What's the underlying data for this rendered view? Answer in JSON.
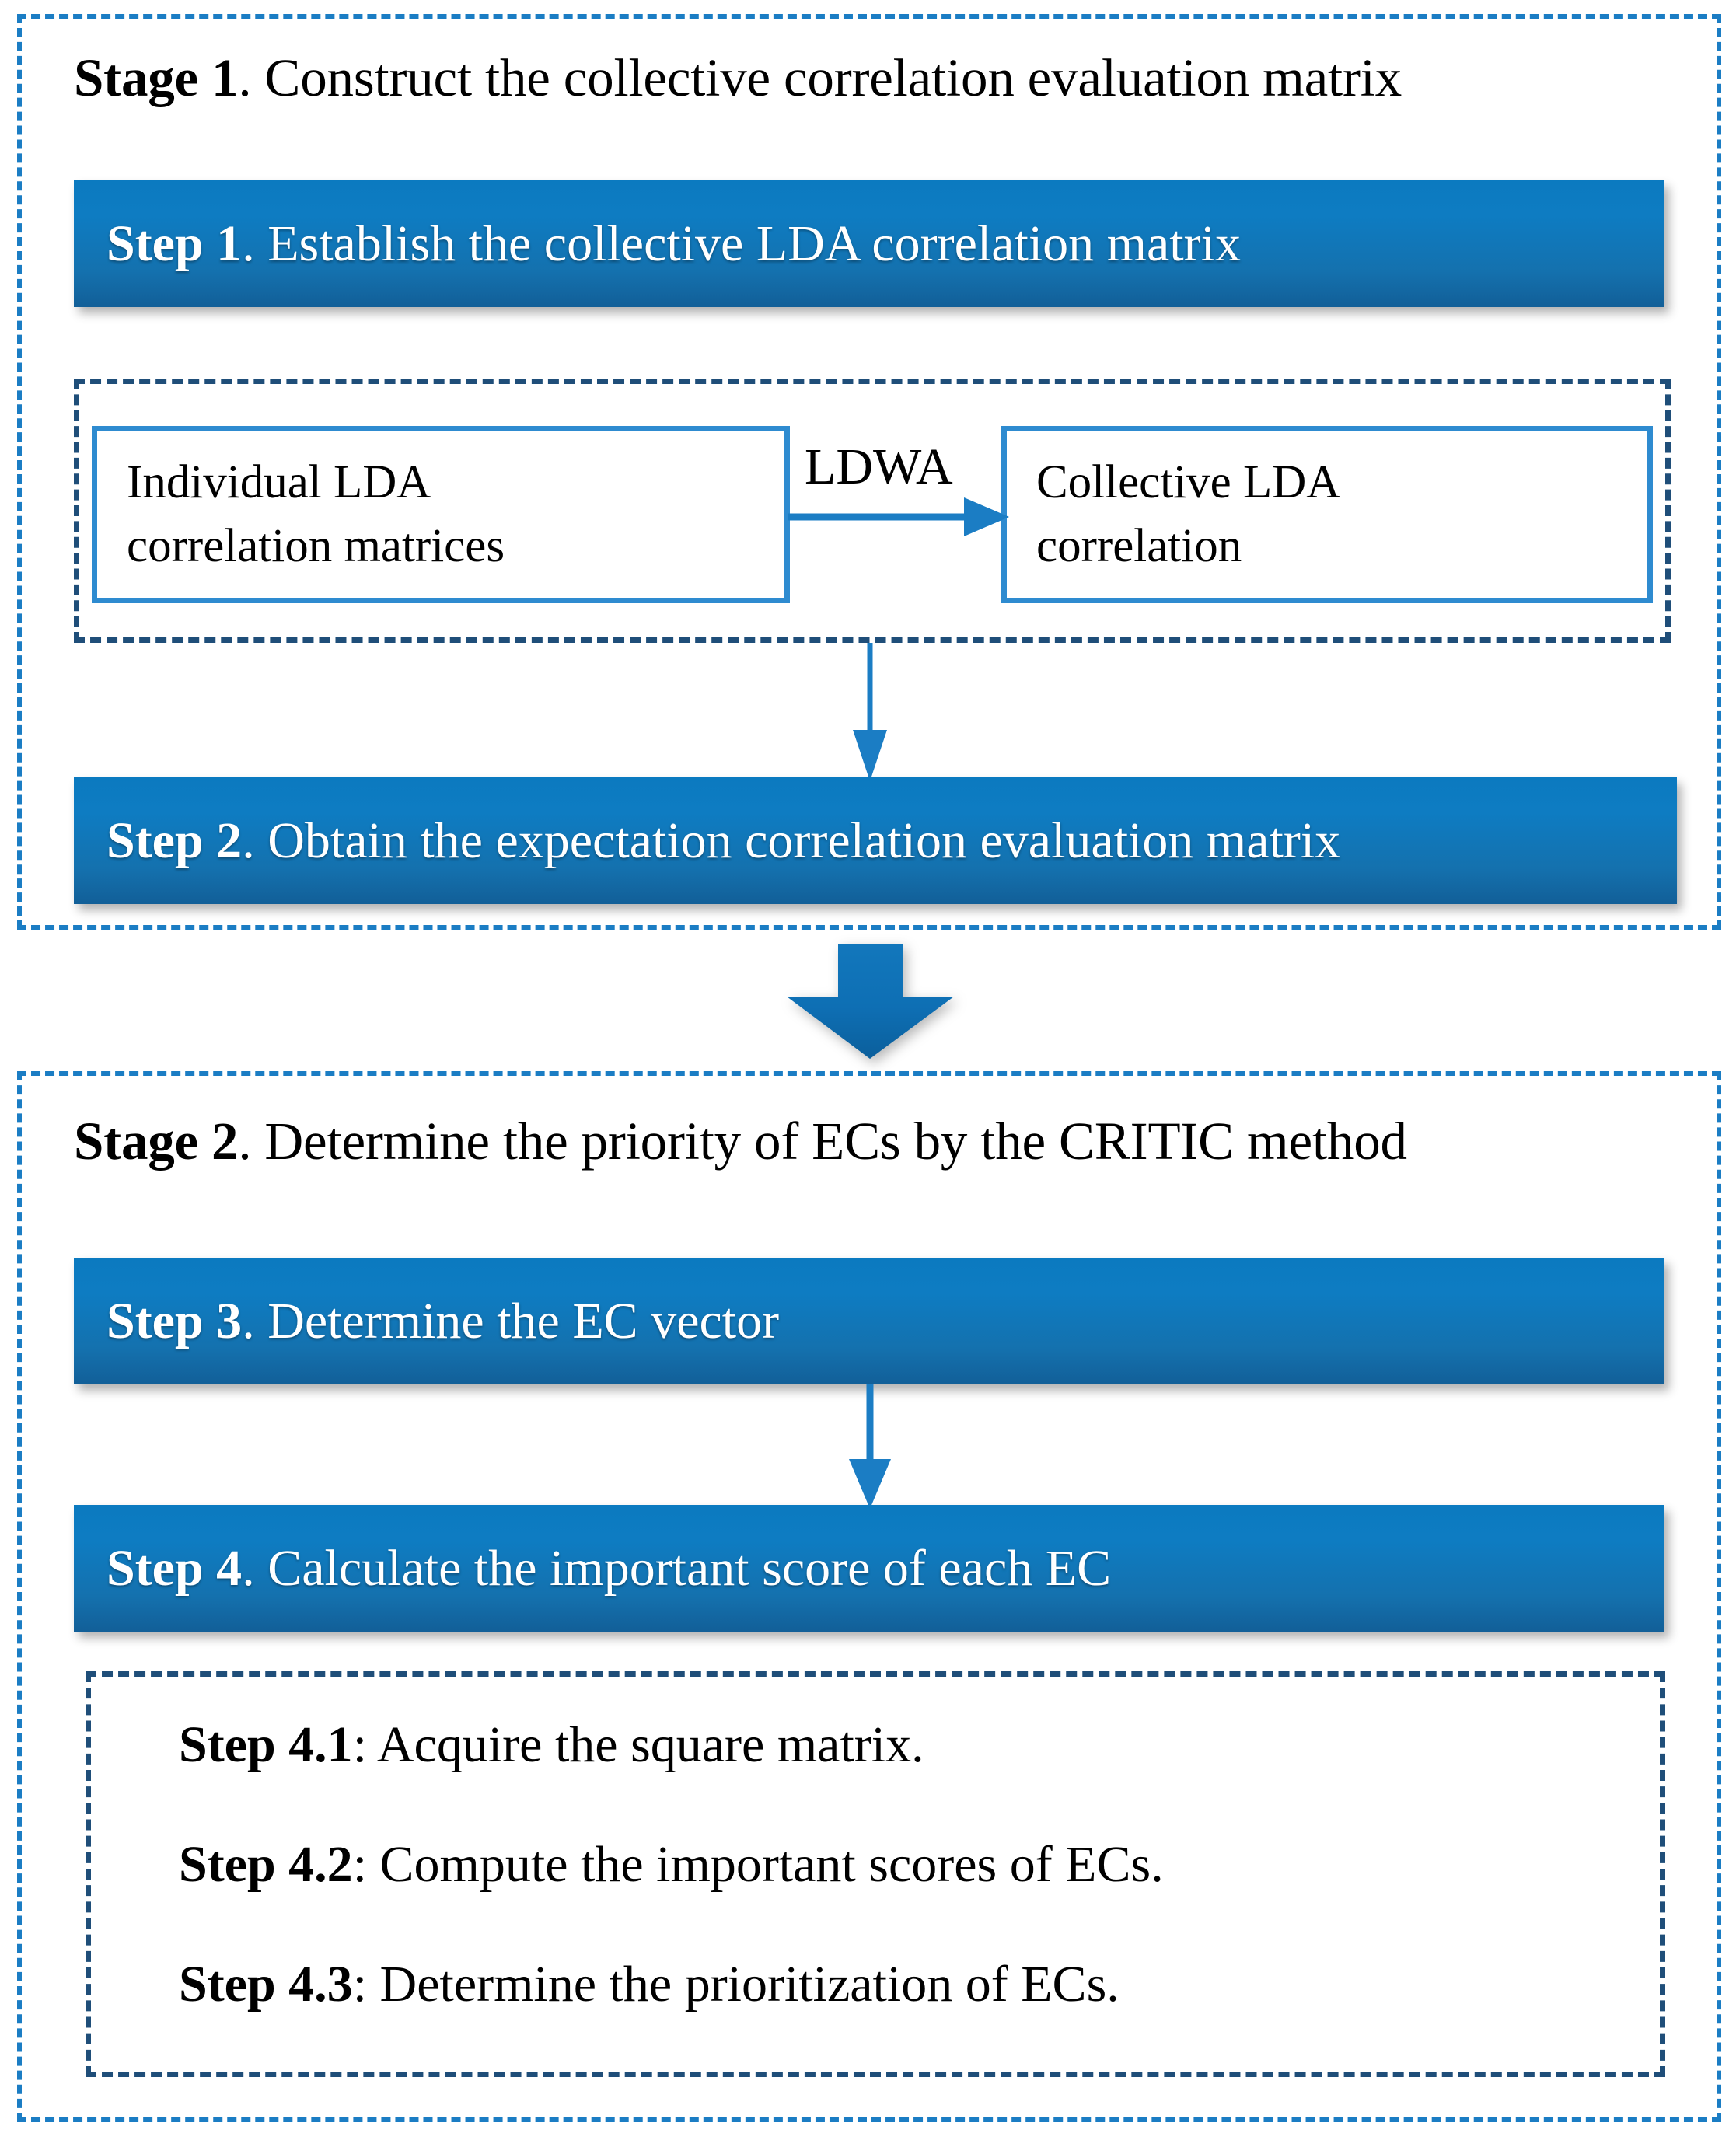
{
  "diagram": {
    "title_implicit": "Two-stage EC prioritization framework",
    "colors": {
      "stage_border": "#1B7DC4",
      "subgroup_border": "#1F4E79",
      "box_border": "#2E8BD0",
      "bar_gradient_top": "#0B7AC0",
      "bar_gradient_bottom": "#125F98",
      "arrow_blue": "#1B7DC4",
      "block_arrow_blue": "#0E6FB4",
      "text_dark": "#000000",
      "text_light": "#FFFFFF"
    },
    "stages": [
      {
        "id": "stage-1",
        "label_bold": "Stage 1",
        "label_rest": ". Construct the collective correlation evaluation matrix",
        "steps": [
          {
            "id": "step-1",
            "label_bold": "Step 1",
            "label_rest": ". Establish the collective LDA correlation matrix"
          },
          {
            "id": "step-2",
            "label_bold": "Step 2",
            "label_rest": ". Obtain the expectation correlation evaluation matrix"
          }
        ],
        "subgroup": {
          "id": "ldwa-group",
          "boxes": [
            {
              "id": "individual-lda-box",
              "line1": "Individual LDA",
              "line2": "correlation matrices"
            },
            {
              "id": "collective-lda-box",
              "line1": "Collective LDA",
              "line2": "correlation"
            }
          ],
          "arrow_label": "LDWA"
        }
      },
      {
        "id": "stage-2",
        "label_bold": "Stage 2",
        "label_rest": ". Determine the priority of ECs by the CRITIC method",
        "steps": [
          {
            "id": "step-3",
            "label_bold": "Step 3",
            "label_rest": ". Determine the EC vector"
          },
          {
            "id": "step-4",
            "label_bold": "Step 4",
            "label_rest": ". Calculate the important score of each EC"
          }
        ],
        "substeps": [
          {
            "id": "step-4-1",
            "label_bold": "Step 4.1",
            "label_rest": ": Acquire the square matrix."
          },
          {
            "id": "step-4-2",
            "label_bold": "Step 4.2",
            "label_rest": ": Compute the important scores of ECs."
          },
          {
            "id": "step-4-3",
            "label_bold": "Step 4.3",
            "label_rest": ": Determine the prioritization of ECs."
          }
        ]
      }
    ],
    "connectors": [
      {
        "id": "ldwa-arrow",
        "direction": "right",
        "label": "LDWA"
      },
      {
        "id": "connector-ldwa-to-step2",
        "direction": "down",
        "label": ""
      },
      {
        "id": "stage1-to-stage2-block-arrow",
        "direction": "down",
        "label": ""
      },
      {
        "id": "connector-step3-to-step4",
        "direction": "down",
        "label": ""
      }
    ]
  }
}
